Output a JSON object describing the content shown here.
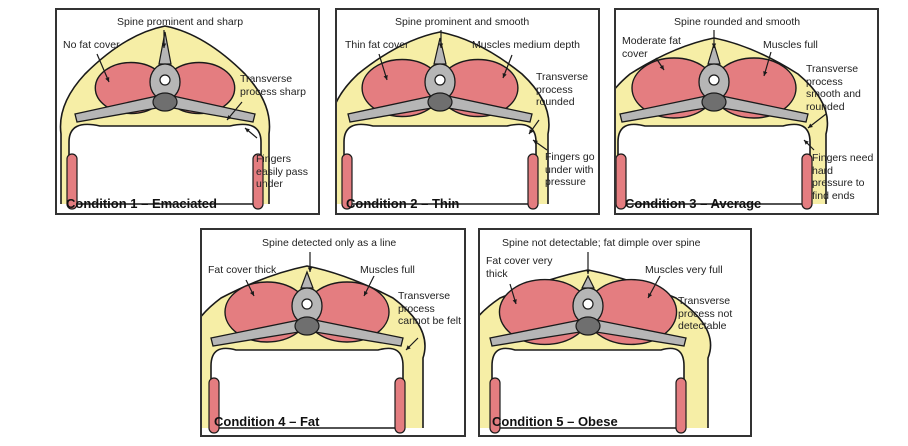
{
  "colors": {
    "fat": "#f6eea6",
    "muscle": "#e47d80",
    "bone": "#b6b6b6",
    "outline": "#1a1a1a",
    "canal": "#6f6f6f"
  },
  "panels": [
    {
      "condition": "Condition 1 – Emaciated",
      "spine": "Spine prominent and sharp",
      "fat": "No fat cover",
      "muscle": "",
      "transverse": "Transverse process sharp",
      "fingers": "Fingers easily pass under"
    },
    {
      "condition": "Condition 2 – Thin",
      "spine": "Spine prominent and smooth",
      "fat": "Thin fat cover",
      "muscle": "Muscles medium depth",
      "transverse": "Transverse process rounded",
      "fingers": "Fingers go under with pressure"
    },
    {
      "condition": "Condition 3 – Average",
      "spine": "Spine rounded and smooth",
      "fat": "Moderate fat cover",
      "muscle": "Muscles full",
      "transverse": "Transverse process smooth and rounded",
      "fingers": "Fingers need hard pressure to find ends"
    },
    {
      "condition": "Condition 4 – Fat",
      "spine": "Spine detected only as a line",
      "fat": "Fat cover thick",
      "muscle": "Muscles full",
      "transverse": "Transverse process cannot be felt",
      "fingers": ""
    },
    {
      "condition": "Condition 5 – Obese",
      "spine": "Spine not detectable; fat dimple over spine",
      "fat": "Fat cover very thick",
      "muscle": "Muscles very full",
      "transverse": "Transverse process not detectable",
      "fingers": ""
    }
  ]
}
